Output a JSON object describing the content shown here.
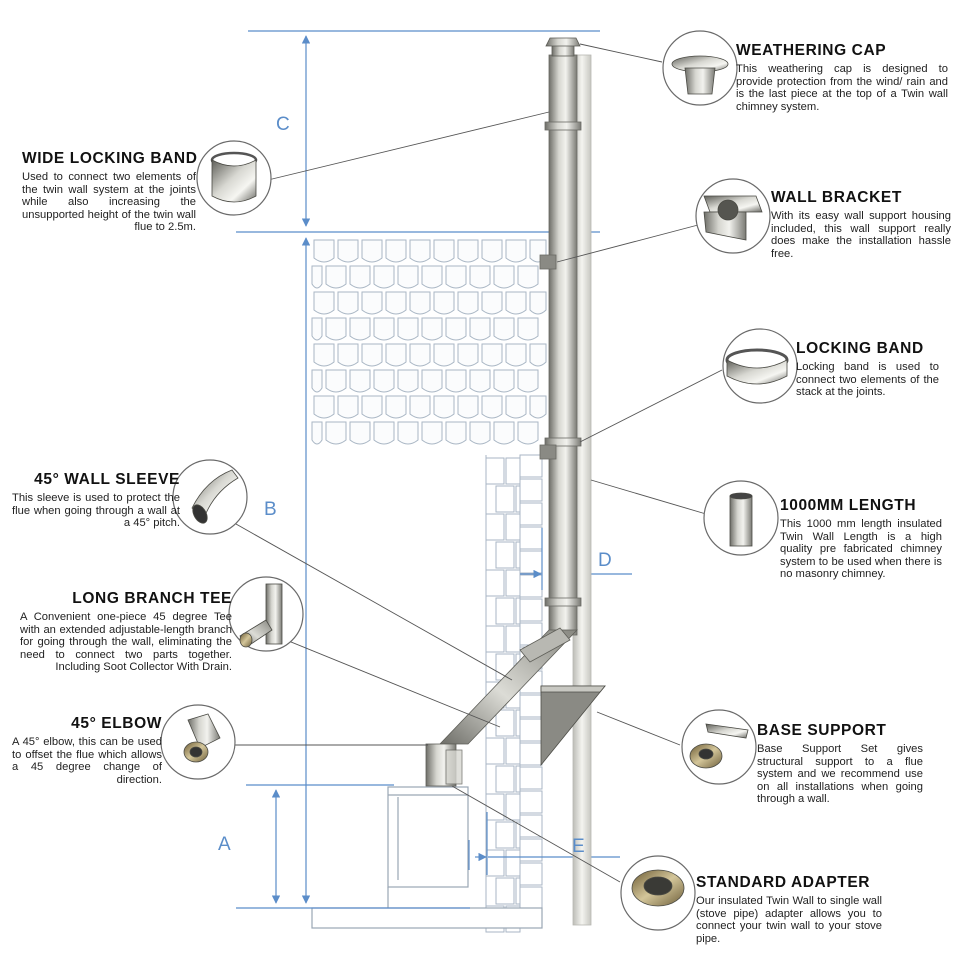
{
  "callouts": {
    "weathering_cap": {
      "title": "WEATHERING CAP",
      "text": "This weathering cap is designed to provide protection from the wind/ rain and is the last piece at the top of a Twin wall chimney system.",
      "icon": "weathering-cap-icon"
    },
    "wall_bracket": {
      "title": "WALL BRACKET",
      "text": "With its easy wall support housing included, this wall support really does make the installation hassle free.",
      "icon": "wall-bracket-icon"
    },
    "locking_band": {
      "title": "LOCKING BAND",
      "text": "Locking band is used to connect two elements of the stack at the joints.",
      "icon": "locking-band-icon"
    },
    "length_1000mm": {
      "title": "1000MM LENGTH",
      "text": "This 1000 mm length insulated Twin Wall Length is a high quality pre fabricated chimney system to be used when there is no masonry chimney.",
      "icon": "twin-wall-length-icon"
    },
    "base_support": {
      "title": "BASE SUPPORT",
      "text": "Base Support Set gives structural support to a flue system and we recommend use on all installations when going through a wall.",
      "icon": "base-support-icon"
    },
    "standard_adapter": {
      "title": "STANDARD ADAPTER",
      "text": "Our insulated Twin Wall to single wall (stove pipe) adapter allows you to connect your twin wall to your stove pipe.",
      "icon": "standard-adapter-icon"
    },
    "wide_locking_band": {
      "title": "WIDE LOCKING BAND",
      "text": "Used to connect two elements of the twin wall system at the joints while also increasing the unsupported height of the twin wall flue to 2.5m.",
      "icon": "wide-locking-band-icon"
    },
    "wall_sleeve_45": {
      "title": "45° WALL SLEEVE",
      "text": "This sleeve is used to protect the flue when going through a wall at a 45° pitch.",
      "icon": "wall-sleeve-icon"
    },
    "long_branch_tee": {
      "title": "LONG BRANCH TEE",
      "text": "A Convenient one-piece 45 degree Tee with an extended adjustable-length branch for going through the wall, eliminating the need to connect two parts together. Including Soot Collector With Drain.",
      "icon": "branch-tee-icon"
    },
    "elbow_45": {
      "title": "45° ELBOW",
      "text": "A 45° elbow, this can be used to offset the flue which allows a 45 degree change of direction.",
      "icon": "elbow-icon"
    }
  },
  "dimensions": {
    "a": "A",
    "b": "B",
    "c": "C",
    "d": "D",
    "e": "E"
  },
  "colors": {
    "dimension": "#5b8dc9",
    "leader": "#555555",
    "outline": "#8a98a8",
    "steel": "#9a9a92"
  }
}
